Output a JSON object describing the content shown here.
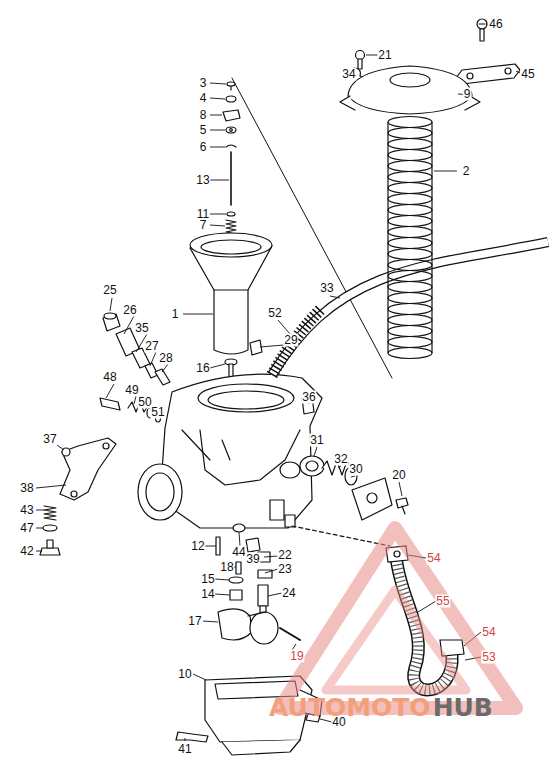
{
  "diagram": {
    "labels": [
      "46",
      "21",
      "34",
      "45",
      "9",
      "3",
      "4",
      "8",
      "5",
      "6",
      "13",
      "2",
      "11",
      "7",
      "1",
      "33",
      "25",
      "26",
      "52",
      "29",
      "35",
      "27",
      "28",
      "16",
      "48",
      "49",
      "50",
      "51",
      "36",
      "37",
      "31",
      "32",
      "30",
      "20",
      "38",
      "43",
      "47",
      "42",
      "12",
      "44",
      "39",
      "22",
      "18",
      "23",
      "15",
      "14",
      "24",
      "54",
      "55",
      "54",
      "53",
      "17",
      "19",
      "10",
      "40",
      "41",
      "AUTOMOTO",
      "HUB"
    ]
  }
}
